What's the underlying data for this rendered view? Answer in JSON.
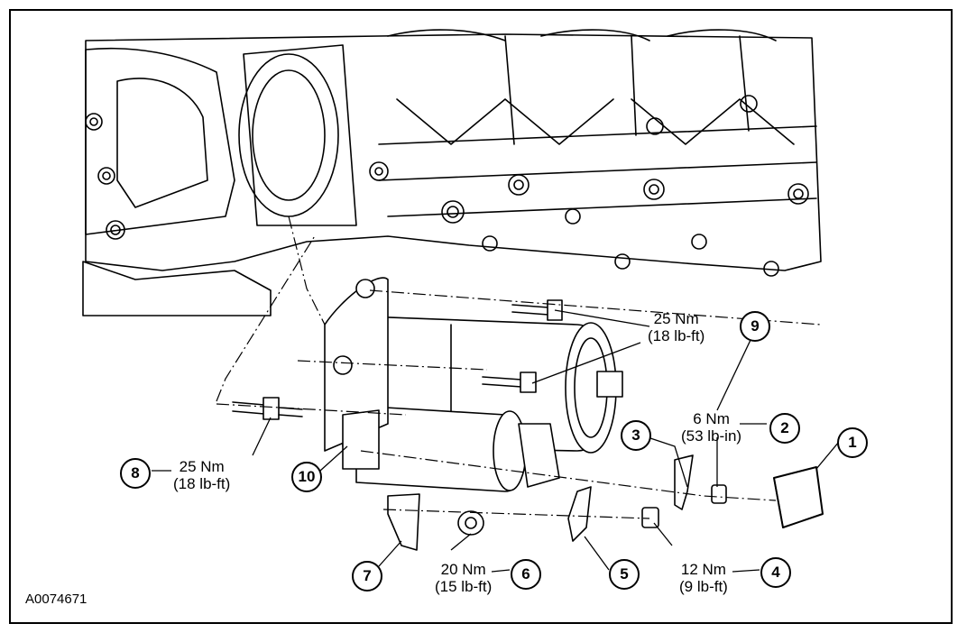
{
  "figure_id": "A0074671",
  "callouts": [
    {
      "number": "1"
    },
    {
      "number": "2"
    },
    {
      "number": "3"
    },
    {
      "number": "4"
    },
    {
      "number": "5"
    },
    {
      "number": "6"
    },
    {
      "number": "7"
    },
    {
      "number": "8"
    },
    {
      "number": "9"
    },
    {
      "number": "10"
    }
  ],
  "torque_specs": {
    "spec_9": {
      "metric": "25 Nm",
      "imperial": "(18 lb-ft)"
    },
    "spec_2": {
      "metric": "6 Nm",
      "imperial": "(53 lb-in)"
    },
    "spec_8": {
      "metric": "25 Nm",
      "imperial": "(18 lb-ft)"
    },
    "spec_6": {
      "metric": "20 Nm",
      "imperial": "(15 lb-ft)"
    },
    "spec_4": {
      "metric": "12 Nm",
      "imperial": "(9 lb-ft)"
    }
  }
}
